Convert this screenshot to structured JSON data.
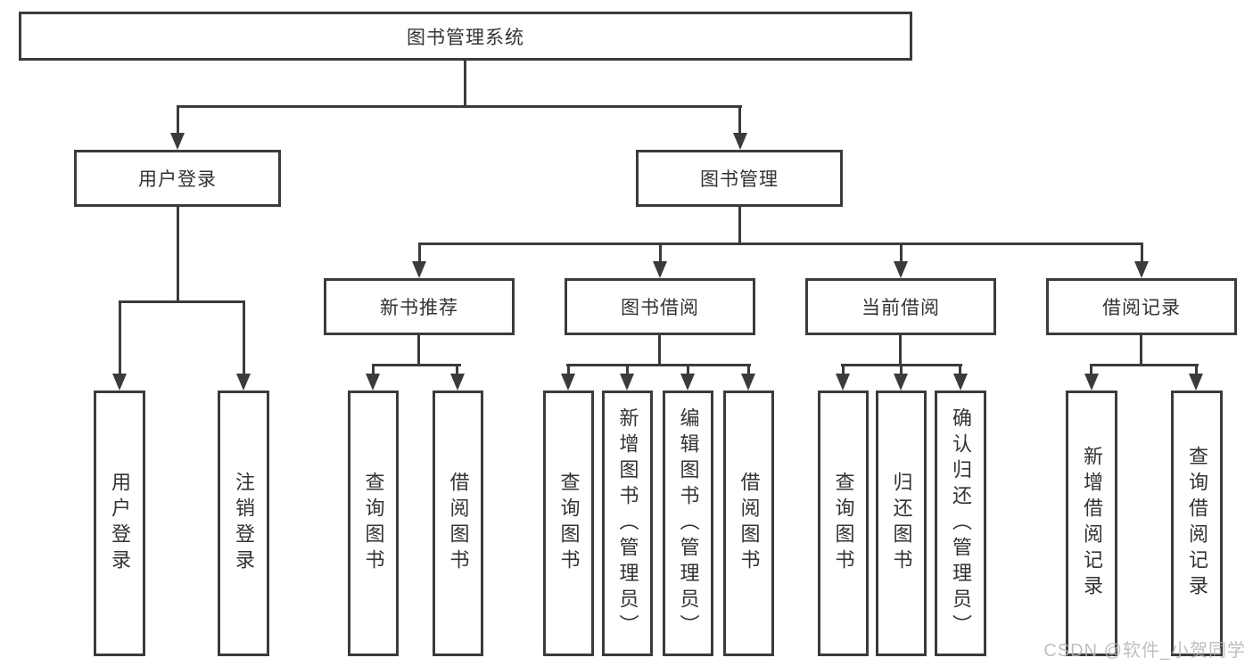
{
  "tree": {
    "root": "图书管理系统",
    "branches": [
      {
        "label": "用户登录",
        "children": [
          "用户登录",
          "注销登录"
        ]
      },
      {
        "label": "图书管理",
        "groups": [
          {
            "label": "新书推荐",
            "children": [
              "查询图书",
              "借阅图书"
            ]
          },
          {
            "label": "图书借阅",
            "children": [
              "查询图书",
              "新增图书（管理员）",
              "编辑图书（管理员）",
              "借阅图书"
            ]
          },
          {
            "label": "当前借阅",
            "children": [
              "查询图书",
              "归还图书",
              "确认归还（管理员）"
            ]
          },
          {
            "label": "借阅记录",
            "children": [
              "新增借阅记录",
              "查询借阅记录"
            ]
          }
        ]
      }
    ]
  },
  "watermark": "CSDN @软件_小贺同学",
  "colors": {
    "line": "#3b3b3b",
    "text": "#333333",
    "watermark": "#b5b5b5",
    "background": "#ffffff"
  }
}
